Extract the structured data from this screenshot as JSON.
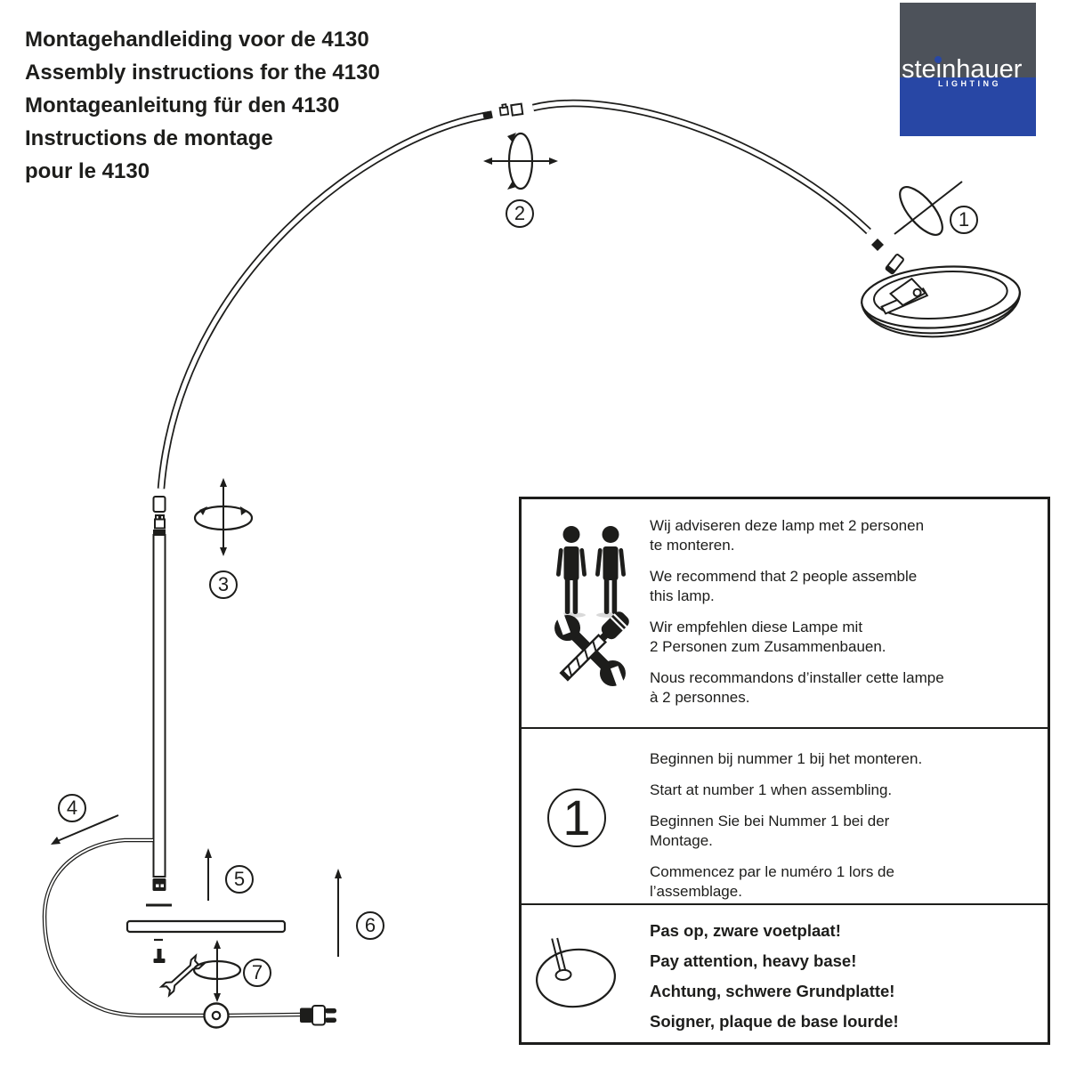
{
  "colors": {
    "ink": "#1d1d1b",
    "logo_gray": "#4d525a",
    "logo_blue": "#2847a5",
    "shadow": "#d9d9d9"
  },
  "title": {
    "lines": [
      "Montagehandleiding voor de 4130",
      "Assembly instructions for the 4130",
      "Montageanleitung für den 4130",
      "Instructions de montage\npour le 4130"
    ]
  },
  "logo": {
    "brand": "steinhauer",
    "tagline": "LIGHTING"
  },
  "diagram": {
    "step_labels": [
      "1",
      "2",
      "3",
      "4",
      "5",
      "6",
      "7"
    ],
    "icons": [
      "arc-tube",
      "lamp-shade-ring",
      "pole",
      "base-plate",
      "power-cable",
      "foot-switch",
      "power-plug",
      "rotation-symbol",
      "wrench",
      "bolt"
    ]
  },
  "table": {
    "rows": [
      {
        "icon": "two-people-and-tools-icon",
        "paragraphs": [
          "Wij adviseren deze lamp met 2 personen\nte monteren.",
          "We recommend that 2 people assemble\nthis lamp.",
          "Wir empfehlen diese Lampe mit\n2 Personen zum Zusammenbauen.",
          "Nous recommandons d’installer cette lampe\nà 2 personnes."
        ]
      },
      {
        "icon": "circled-number-one-icon",
        "icon_label": "1",
        "paragraphs": [
          "Beginnen bij nummer 1 bij het monteren.",
          "Start at number 1 when assembling.",
          "Beginnen Sie bei Nummer 1 bei der\nMontage.",
          "Commencez par le numéro 1 lors de\nl’assemblage."
        ]
      },
      {
        "icon": "heavy-base-icon",
        "paragraphs": [
          "Pas op, zware voetplaat!",
          "Pay attention, heavy base!",
          "Achtung, schwere Grundplatte!",
          "Soigner, plaque de base lourde!"
        ]
      }
    ]
  }
}
